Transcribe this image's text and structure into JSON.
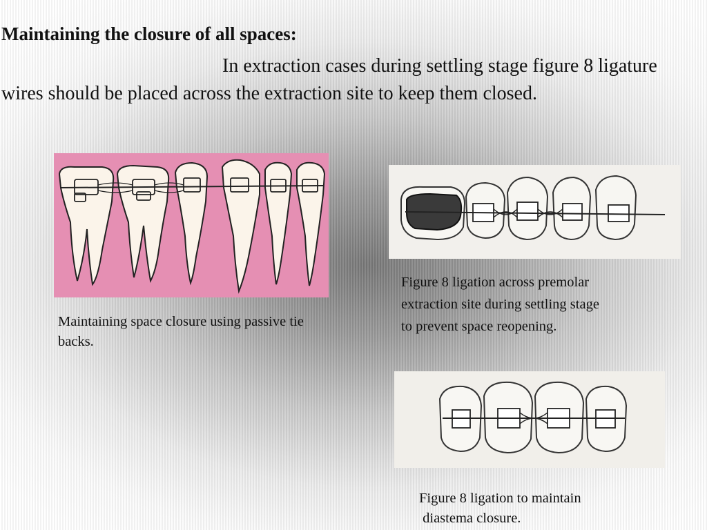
{
  "slide": {
    "heading": "Maintaining the closure of all spaces:",
    "paragraph": "In extraction cases during settling stage figure 8 ligature wires  should be placed across the extraction site to keep them closed.",
    "colors": {
      "pink_background": "#e58fb3",
      "tooth_fill": "#fbf4ea",
      "line": "#222222"
    }
  },
  "figures": [
    {
      "caption": "Maintaining space closure using passive tie backs.",
      "icon": "passive-tieback-teeth-illustration"
    },
    {
      "caption_lines": [
        "Figure 8 ligation across premolar",
        "extraction site during settling stage",
        "to prevent space reopening."
      ],
      "icon": "figure8-premolar-ligation-illustration"
    },
    {
      "caption_lines": [
        "Figure 8 ligation to maintain",
        " diastema closure."
      ],
      "icon": "figure8-diastema-ligation-illustration"
    }
  ]
}
